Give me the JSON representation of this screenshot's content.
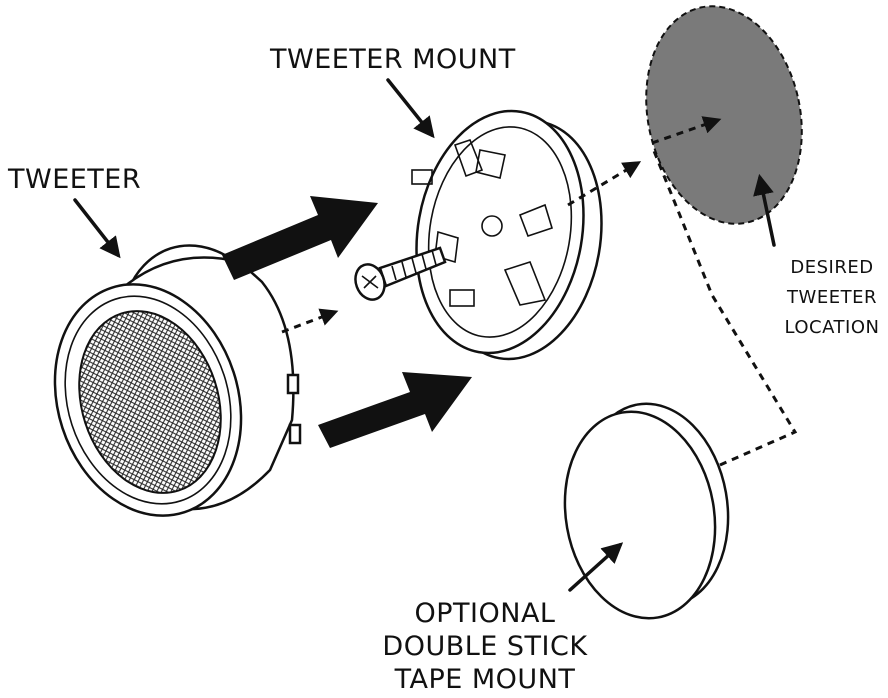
{
  "labels": {
    "tweeter": "TWEETER",
    "tweeter_mount": "TWEETER MOUNT",
    "desired_location": [
      "DESIRED",
      "TWEETER",
      "LOCATION"
    ],
    "tape_mount": [
      "OPTIONAL",
      "DOUBLE STICK",
      "TAPE MOUNT"
    ]
  },
  "colors": {
    "ink": "#111111",
    "desired_location_fill": "#7a7a7a",
    "background": "#ffffff"
  }
}
